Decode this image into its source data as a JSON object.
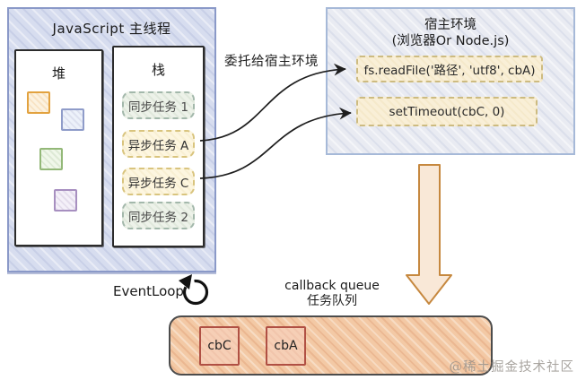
{
  "main_thread": {
    "title": "JavaScript 主线程",
    "heap": {
      "label": "堆",
      "squares": [
        "orange",
        "blue",
        "green",
        "purple"
      ]
    },
    "stack": {
      "label": "栈",
      "tasks": [
        {
          "label": "同步任务 1",
          "type": "sync"
        },
        {
          "label": "异步任务 A",
          "type": "async"
        },
        {
          "label": "异步任务 C",
          "type": "async"
        },
        {
          "label": "同步任务 2",
          "type": "sync"
        }
      ]
    }
  },
  "delegate_arrow_label": "委托给宿主环境",
  "host_env": {
    "title": "宿主环境",
    "subtitle": "(浏览器Or Node.js)",
    "calls": [
      {
        "code": "fs.readFile('路径', 'utf8', cbA)"
      },
      {
        "code": "setTimeout(cbC, 0)"
      }
    ]
  },
  "event_loop": {
    "label": "EventLoop",
    "icon": "counterclockwise-loop-arrow-icon"
  },
  "callback_queue": {
    "title_en": "callback queue",
    "title_zh": "任务队列",
    "items": [
      {
        "label": "cbC"
      },
      {
        "label": "cbA"
      }
    ]
  },
  "watermark": "@稀土掘金技术社区",
  "colors": {
    "main_box_fill": "#d7ddef",
    "main_box_border": "#8a99c8",
    "host_box_fill": "#e9ebf2",
    "host_box_border": "#a6b9d8",
    "sync_task_border": "#a3b8ab",
    "async_task_border": "#d9c47e",
    "code_box_fill": "#f9efd7",
    "code_box_border": "#cdbb80",
    "big_arrow_fill": "#f9e8d7",
    "big_arrow_border": "#c6883f",
    "queue_fill": "#f3c9a5",
    "queue_border": "#4c4c4c",
    "queue_item_border": "#b05044",
    "heap_square_colors": [
      "#e2a23f",
      "#8f9cc9",
      "#93b878",
      "#a78fc0"
    ]
  }
}
